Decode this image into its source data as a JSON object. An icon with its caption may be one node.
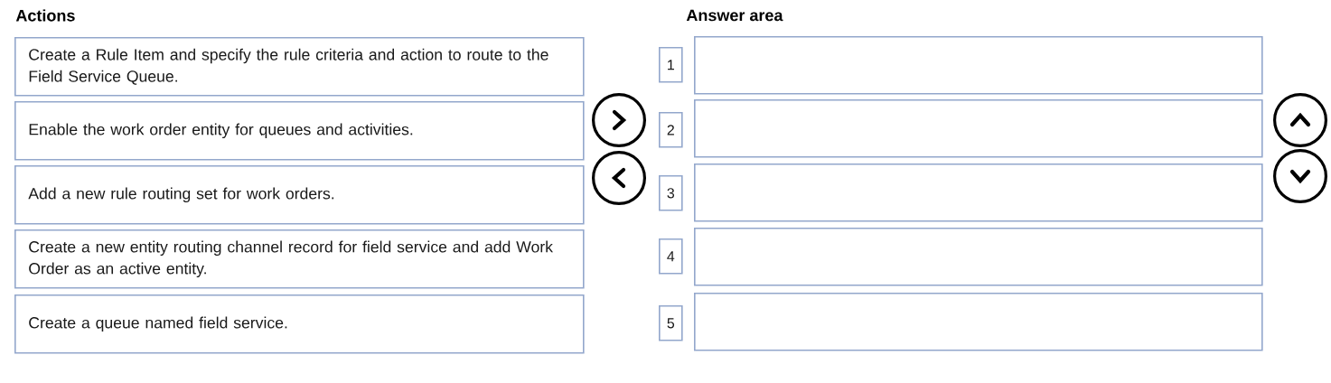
{
  "diagram": {
    "nodes": [
      {
        "text": [
          "Create a Rule Item and specify the rule criteria and action to route to the Field Service Queue."
        ]
      },
      {
        "text": [
          "Enable the work order entity for queues and activities."
        ]
      },
      {
        "text": [
          "Add a new rule routing set for work orders."
        ]
      },
      {
        "text": [
          "Create a new entity routing channel record for field service and add Work Order as an active entity."
        ]
      },
      {
        "text": [
          "Create a queue named field service."
        ]
      },
      {
        "text": [
          "1"
        ]
      },
      {
        "text": [
          "2"
        ]
      },
      {
        "text": [
          "3"
        ]
      },
      {
        "text": [
          "4"
        ]
      },
      {
        "text": [
          "5"
        ]
      },
      {
        "text": [],
        "shape": "box"
      },
      {
        "text": [],
        "shape": "box"
      },
      {
        "text": [],
        "shape": "box"
      },
      {
        "text": [],
        "shape": "box"
      },
      {
        "text": [],
        "shape": "box"
      }
    ],
    "labels": [
      "Actions",
      "Answer area"
    ]
  }
}
